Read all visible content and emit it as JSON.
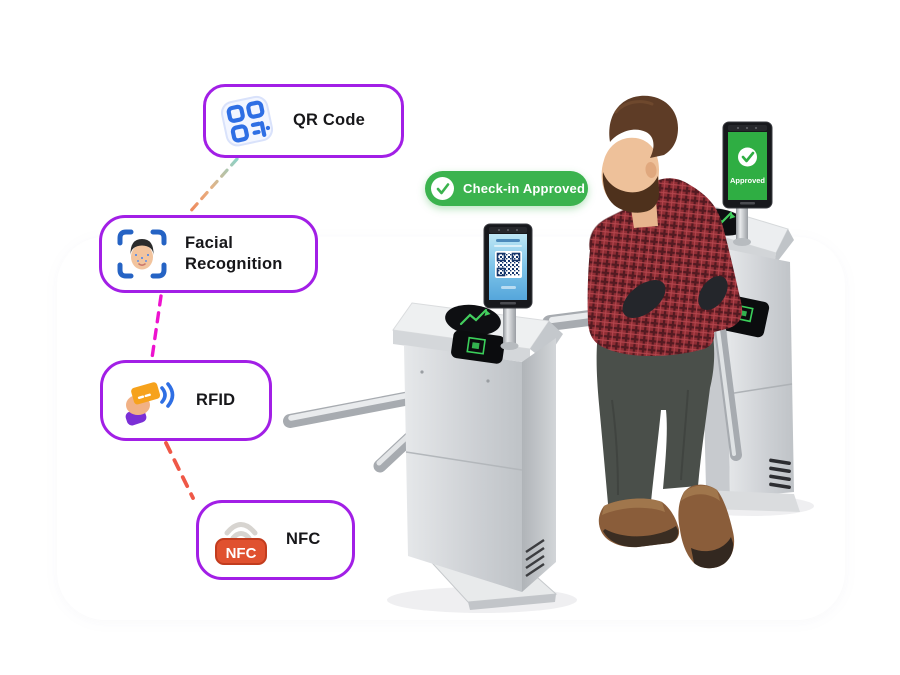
{
  "scene": {
    "background_color": "#ffffff",
    "card_color": "#ffffff"
  },
  "methods": [
    {
      "id": "qr-code",
      "label": "QR Code"
    },
    {
      "id": "facial-recognition",
      "label": "Facial Recognition"
    },
    {
      "id": "rfid",
      "label": "RFID"
    },
    {
      "id": "nfc",
      "label": "NFC"
    }
  ],
  "status_badge": {
    "label": "Check-in Approved",
    "background": "#3bb34e"
  },
  "devices": {
    "entry_screen": {
      "shows": "QR code"
    },
    "exit_screen": {
      "label": "Approved",
      "background": "#2fae43"
    }
  },
  "icons": {
    "nfc_badge_text": "NFC"
  },
  "colors": {
    "pill_border": "#a21fe6",
    "connector_qr_to_facial": [
      "#8ed1c6",
      "#ee8457"
    ],
    "connector_facial_to_rfid": "#ed12cf",
    "connector_rfid_to_nfc": "#ef5847",
    "badge_green": "#3bb34e",
    "screen_green": "#2fae43",
    "qr_blue": "#2f6fe4",
    "nfc_orange": "#e0512f"
  }
}
